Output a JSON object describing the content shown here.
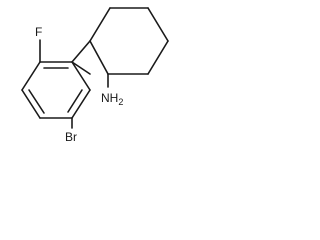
{
  "molecule": {
    "atoms": {
      "fluorine": "F",
      "amine": "NH",
      "amine_subscript": "2",
      "bromine": "Br"
    },
    "colors": {
      "bond": "#1a1a1a",
      "label": "#1a1a1a",
      "background": "#ffffff"
    }
  }
}
